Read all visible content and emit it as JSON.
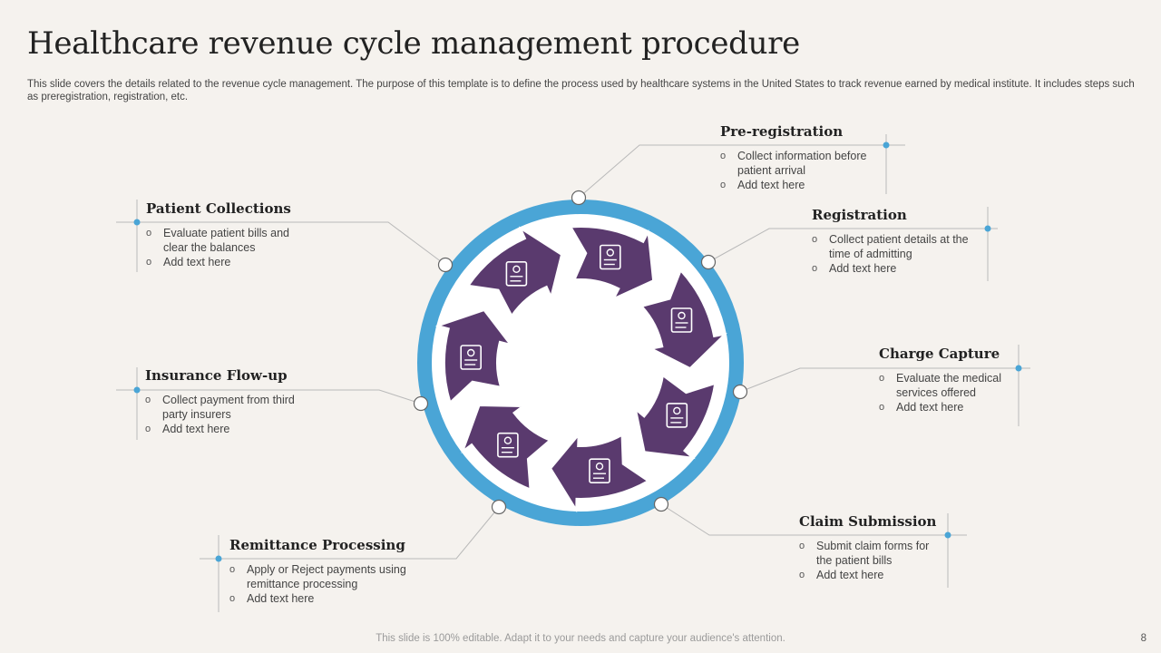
{
  "title": "Healthcare revenue cycle management procedure",
  "subtitle": "This slide covers the details related to the revenue cycle management. The purpose of this template is to define the process used by healthcare systems in the United States to track revenue earned by medical institute. It includes steps such as preregistration, registration, etc.",
  "colors": {
    "ring": "#4aa5d6",
    "arrow": "#5a3a6e",
    "connector": "#b9b9b9",
    "background": "#f5f2ee"
  },
  "steps": [
    {
      "title": "Pre-registration",
      "bullets": [
        "Collect information  before patient arrival",
        "Add text here"
      ],
      "icon": "clipboard-profile-icon"
    },
    {
      "title": "Registration",
      "bullets": [
        "Collect patient details at the time of admitting",
        "Add text here"
      ],
      "icon": "id-document-icon"
    },
    {
      "title": "Charge Capture",
      "bullets": [
        "Evaluate  the medical services offered",
        "Add text here"
      ],
      "icon": "laptop-stethoscope-icon"
    },
    {
      "title": "Claim Submission",
      "bullets": [
        "Submit claim forms for the patient bills",
        "Add text here"
      ],
      "icon": "checklist-icon"
    },
    {
      "title": "Remittance Processing",
      "bullets": [
        "Apply or Reject payments using remittance processing",
        "Add text here"
      ],
      "icon": "dollar-gear-icon"
    },
    {
      "title": "Insurance Flow-up",
      "bullets": [
        "Collect payment from third party insurers",
        "Add text here"
      ],
      "icon": "hand-insurance-icon"
    },
    {
      "title": "Patient Collections",
      "bullets": [
        "Evaluate  patient bills and clear the balances",
        "Add text here"
      ],
      "icon": "patient-folder-icon"
    }
  ],
  "footer": "This slide is 100% editable. Adapt it to your needs and capture your audience's attention.",
  "page_number": "8"
}
